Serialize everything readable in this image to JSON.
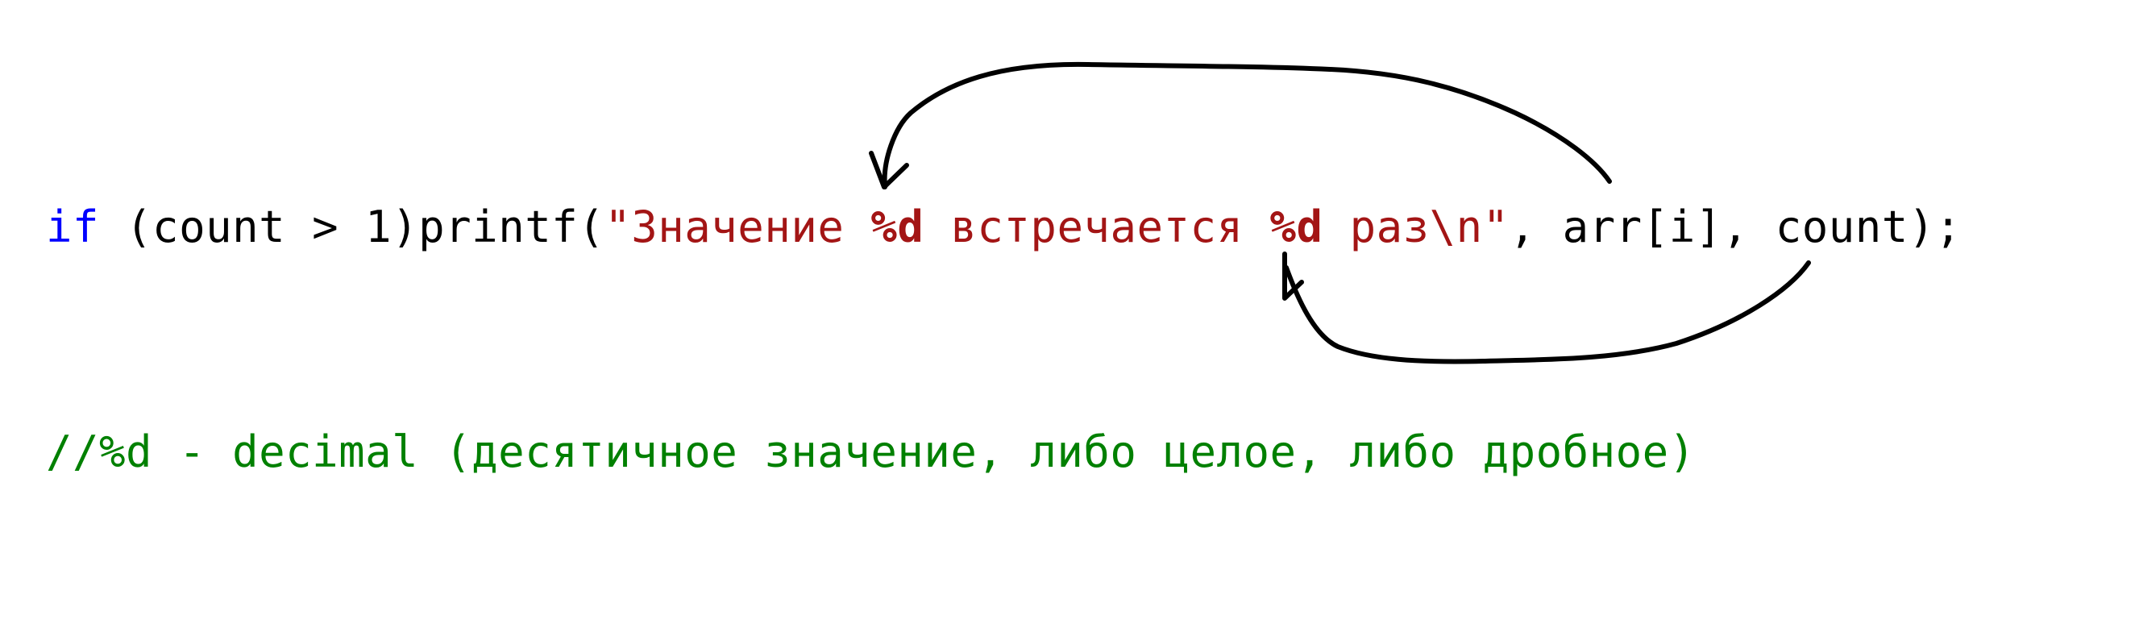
{
  "colors": {
    "keyword": "#0000ff",
    "plain": "#000000",
    "string": "#a31515",
    "comment": "#008000",
    "annotation": "#000000"
  },
  "code": {
    "line1": {
      "keyword": "if",
      "condition": " (count > 1)printf(",
      "string_open": "\"Значение ",
      "format_1": "%d",
      "string_mid": " встречается ",
      "format_2": "%d",
      "string_close": " раз\\n\"",
      "arguments": ", arr[i], count);"
    },
    "line2": {
      "comment": "//%d - decimal (десятичное значение, либо целое, либо дробное)"
    }
  },
  "annotations": [
    {
      "icon": "hand-drawn-arrow-icon",
      "from": "arr[i]",
      "to": "%d"
    },
    {
      "icon": "hand-drawn-arrow-icon",
      "from": "count",
      "to": "%d"
    }
  ]
}
